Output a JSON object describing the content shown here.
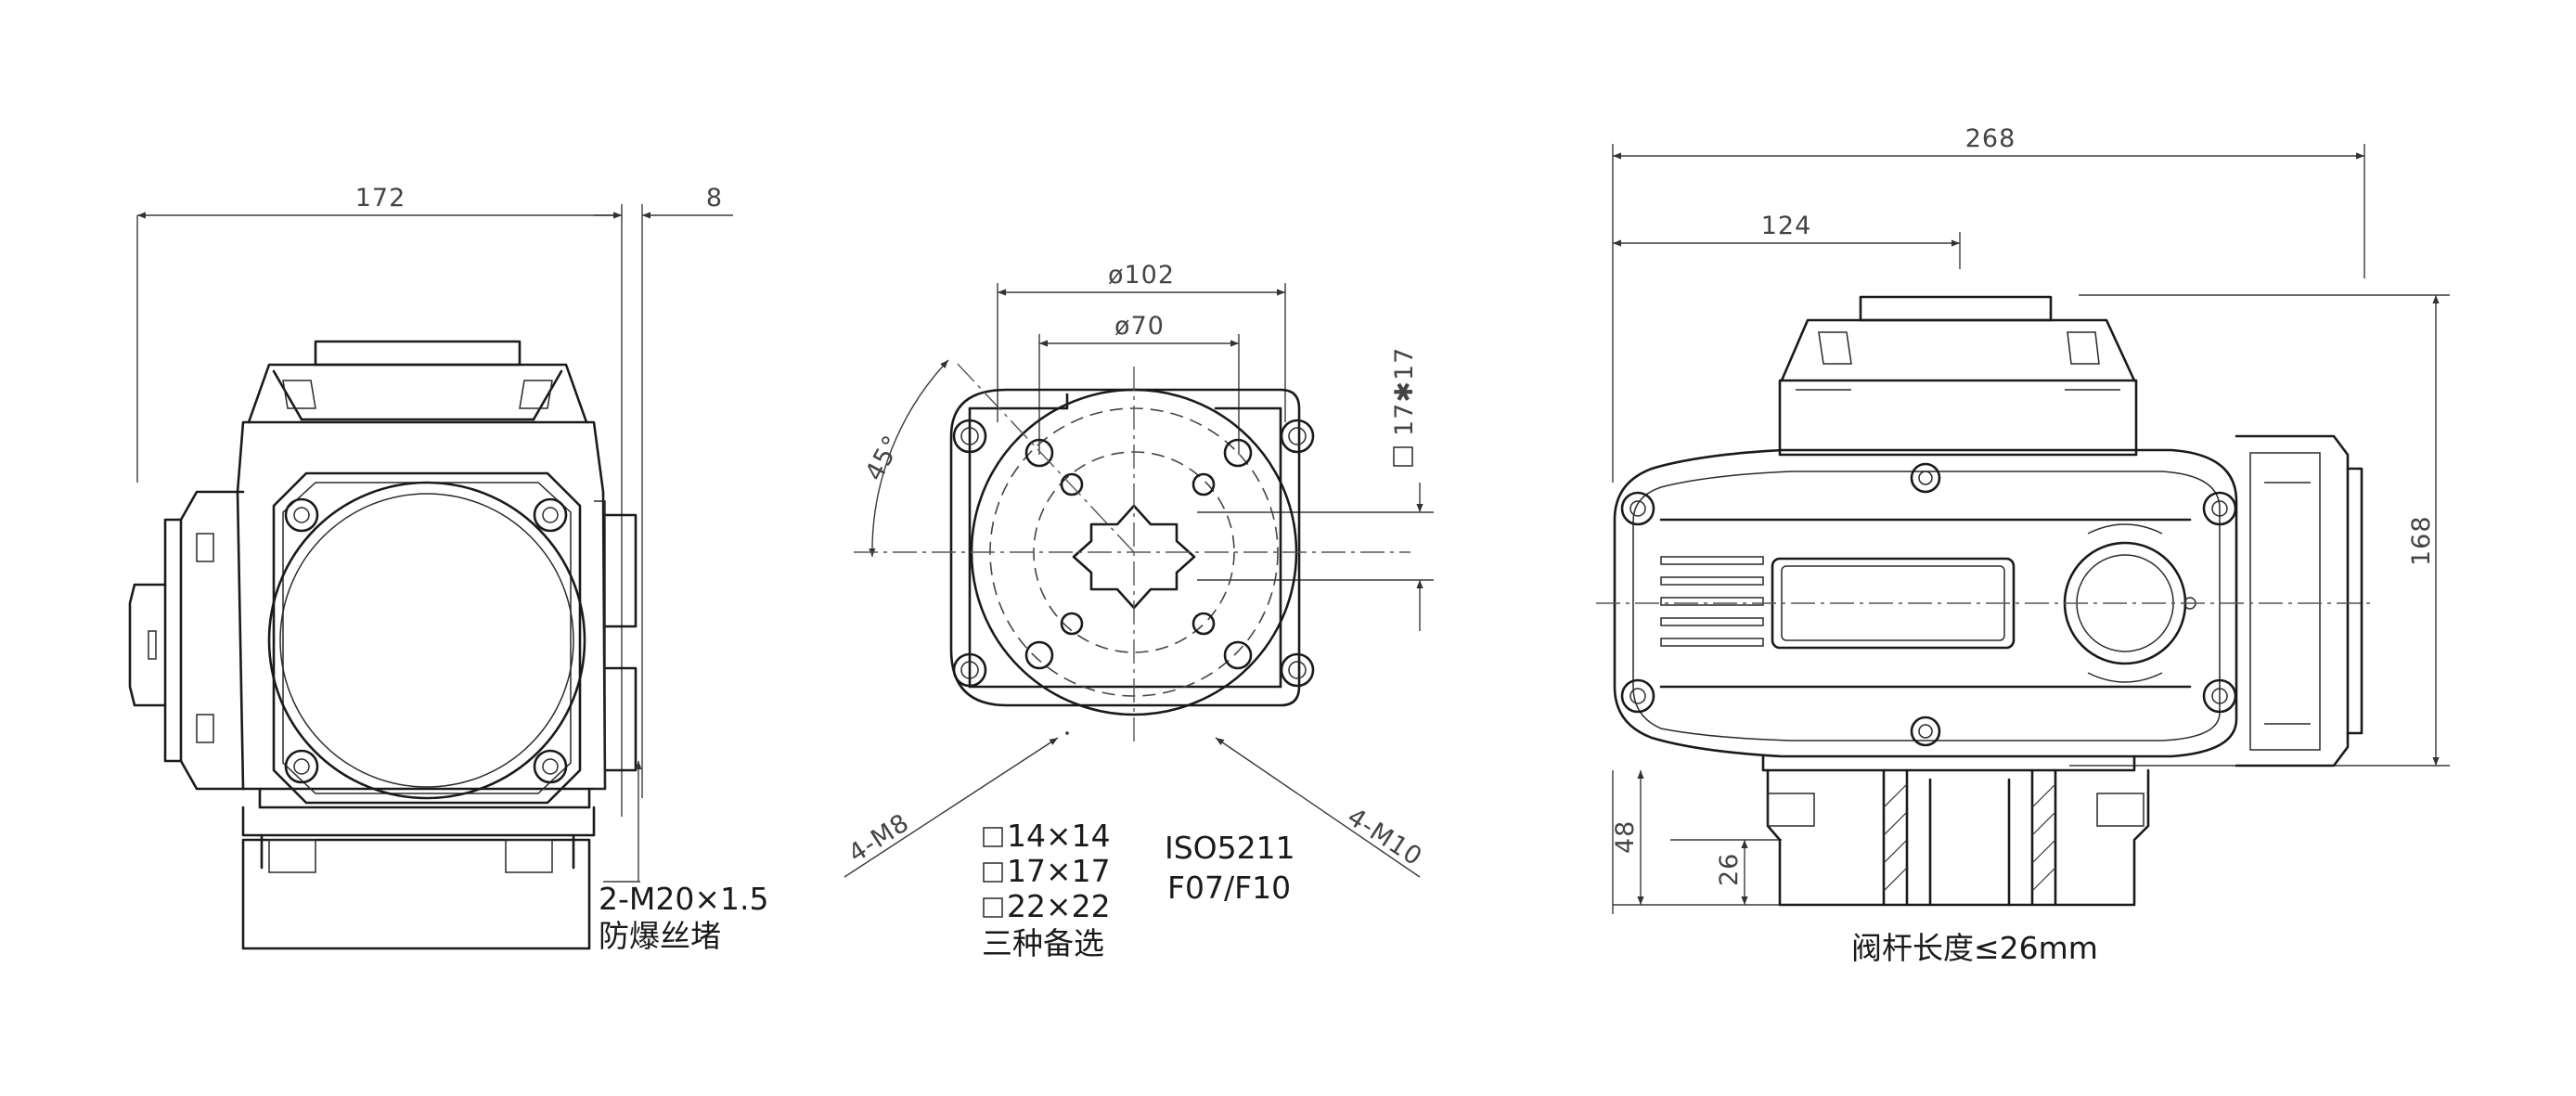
{
  "left_view": {
    "dim_width": "172",
    "dim_offset": "8",
    "plug_note_line1": "2-M20×1.5",
    "plug_note_line2": "防爆丝堵"
  },
  "flange_view": {
    "dim_outer_circle": "ø102",
    "dim_inner_circle": "ø70",
    "dim_angle": "45°",
    "dim_square": "17✱17",
    "bolt_left": "4-M8",
    "bolt_right": "4-M10",
    "square_options": [
      "14×14",
      "17×17",
      "22×22"
    ],
    "square_options_note": "三种备选",
    "standard_line1": "ISO5211",
    "standard_line2": "F07/F10"
  },
  "right_view": {
    "dim_total_length": "268",
    "dim_center_offset": "124",
    "dim_height": "168",
    "dim_base_height": "48",
    "dim_stem_depth": "26",
    "stem_note": "阀杆长度≤26mm"
  }
}
